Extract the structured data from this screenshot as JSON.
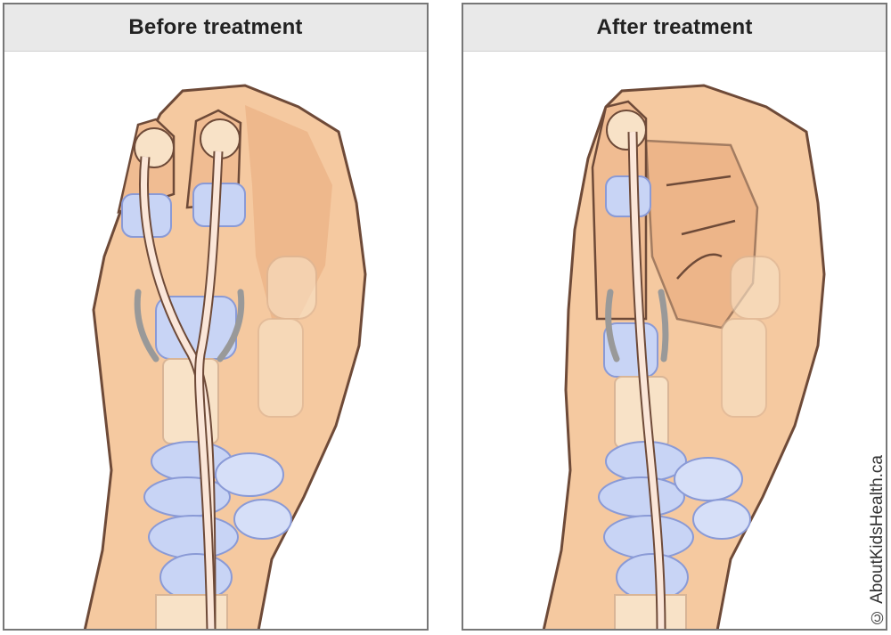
{
  "panels": [
    {
      "title": "Before treatment"
    },
    {
      "title": "After treatment"
    }
  ],
  "credit": "© AboutKidsHealth.ca",
  "colors": {
    "skin": "#f5c9a0",
    "skin_shadow": "#e8a97b",
    "outline": "#6e4a38",
    "bone": "#f8e2c7",
    "cartilage": "#c8d4f5",
    "tendon": "#fbe6d8",
    "header_bg": "#e9e9e9"
  },
  "illustration": {
    "subject": "hand-flexor-tendon-anatomy",
    "before_state": "two-fingers-bent-with-split-tendons",
    "after_state": "single-finger-extended-with-one-tendon"
  }
}
